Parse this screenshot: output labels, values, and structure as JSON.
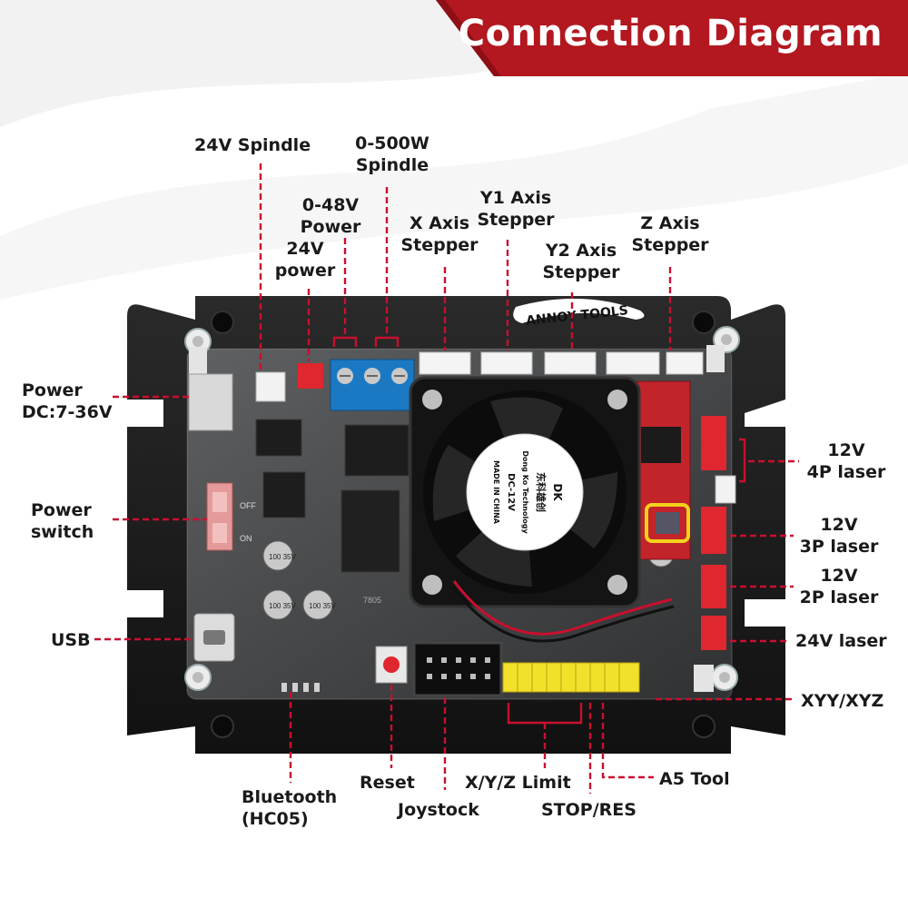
{
  "header": {
    "title": "Connection Diagram",
    "color": "#b3171f"
  },
  "board": {
    "brand_logo": "ANNOY TOOLS",
    "fan_brand": "DK",
    "fan_chinese": "东科雄创",
    "fan_company": "Dong Ko Technology",
    "fan_voltage": "DC-12V",
    "fan_origin": "MADE IN CHINA",
    "switch_off": "OFF",
    "switch_on": "ON",
    "cap_label": "100 35V",
    "chip_label": "7805",
    "fan_icon": "fan-icon",
    "lead_color": "#c8102e"
  },
  "labels": {
    "spindle24": "24V Spindle",
    "spindle500_l1": "0-500W",
    "spindle500_l2": "Spindle",
    "power48_l1": "0-48V",
    "power48_l2": "Power",
    "power24_l1": "24V",
    "power24_l2": "power",
    "xaxis_l1": "X Axis",
    "xaxis_l2": "Stepper",
    "y1axis_l1": "Y1 Axis",
    "y1axis_l2": "Stepper",
    "y2axis_l1": "Y2 Axis",
    "y2axis_l2": "Stepper",
    "zaxis_l1": "Z Axis",
    "zaxis_l2": "Stepper",
    "power_dc_l1": "Power",
    "power_dc_l2": "DC:7-36V",
    "power_switch_l1": "Power",
    "power_switch_l2": "switch",
    "usb": "USB",
    "laser4p_l1": "12V",
    "laser4p_l2": "4P laser",
    "laser3p_l1": "12V",
    "laser3p_l2": "3P laser",
    "laser2p_l1": "12V",
    "laser2p_l2": "2P laser",
    "laser24": "24V laser",
    "xyy": "XYY/XYZ",
    "bluetooth_l1": "Bluetooth",
    "bluetooth_l2": "(HC05)",
    "reset": "Reset",
    "joystick": "Joystock",
    "limit": "X/Y/Z Limit",
    "stop": "STOP/RES",
    "a5tool": "A5 Tool"
  }
}
